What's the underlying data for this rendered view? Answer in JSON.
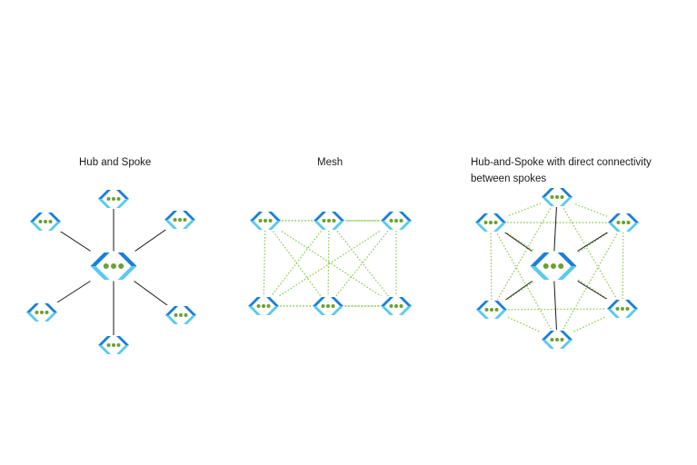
{
  "topologies": [
    {
      "title": "Hub and Spoke"
    },
    {
      "title": "Mesh"
    },
    {
      "title_line1": "Hub-and-Spoke with direct connectivity",
      "title_line2": "between spokes"
    }
  ],
  "colors": {
    "bracket_dark": "#1a7fd8",
    "bracket_light": "#59c9ee",
    "dot": "#6aa12e",
    "solid_line": "#1a1a1a",
    "dotted_line": "#86c94e"
  },
  "icon": "virtual-network-icon"
}
